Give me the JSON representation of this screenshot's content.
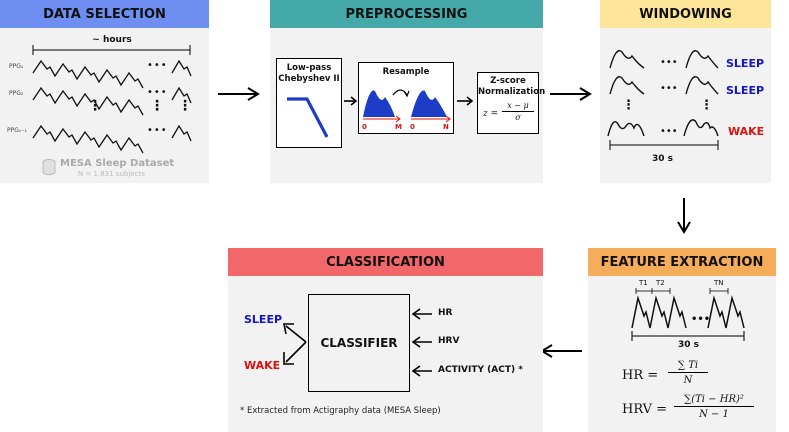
{
  "colors": {
    "data_selection": "#6f8ef2",
    "preprocessing": "#45a9a9",
    "windowing": "#fde59a",
    "feature_extraction": "#f6ad5a",
    "classification": "#f2676a",
    "sleep": "#1414c8",
    "wake": "#e01010",
    "panel_bg": "#f2f2f2"
  },
  "data_selection": {
    "title": "DATA SELECTION",
    "duration_label": "~ hours",
    "rows": [
      "PPG₁",
      "PPG₂",
      "PPGₙ₋₁"
    ],
    "ellipsis": "•••",
    "vdots": "⋮",
    "dataset_name": "MESA Sleep Dataset",
    "dataset_count": "N = 1,831 subjects",
    "icon": "database-icon"
  },
  "preprocessing": {
    "title": "PREPROCESSING",
    "filter_line1": "Low-pass",
    "filter_line2": "Chebyshev II",
    "resample_title": "Resample",
    "resample_ticks": [
      "0",
      "M",
      "0",
      "N"
    ],
    "zscore_line1": "Z-score",
    "zscore_line2": "Normalization",
    "zscore_formula_lhs": "z =",
    "zscore_num": "x − μ",
    "zscore_den": "σ"
  },
  "windowing": {
    "title": "WINDOWING",
    "labels": [
      "SLEEP",
      "SLEEP",
      "WAKE"
    ],
    "duration_label": "30 s",
    "ellipsis": "•••",
    "vdots": "⋮"
  },
  "feature_extraction": {
    "title": "FEATURE EXTRACTION",
    "intervals": [
      "T1",
      "T2",
      "TN"
    ],
    "ellipsis": "•••",
    "duration_label": "30 s",
    "hr_lhs": "HR =",
    "hr_num": "∑ Ti",
    "hr_den": "N",
    "hrv_lhs": "HRV =",
    "hrv_num": "∑(Ti − HR)²",
    "hrv_den": "N − 1"
  },
  "classification": {
    "title": "CLASSIFICATION",
    "classifier_label": "CLASSIFIER",
    "output_sleep": "SLEEP",
    "output_wake": "WAKE",
    "inputs": [
      "HR",
      "HRV",
      "ACTIVITY (ACT) *"
    ],
    "footnote": "* Extracted from Actigraphy data (MESA Sleep)"
  }
}
